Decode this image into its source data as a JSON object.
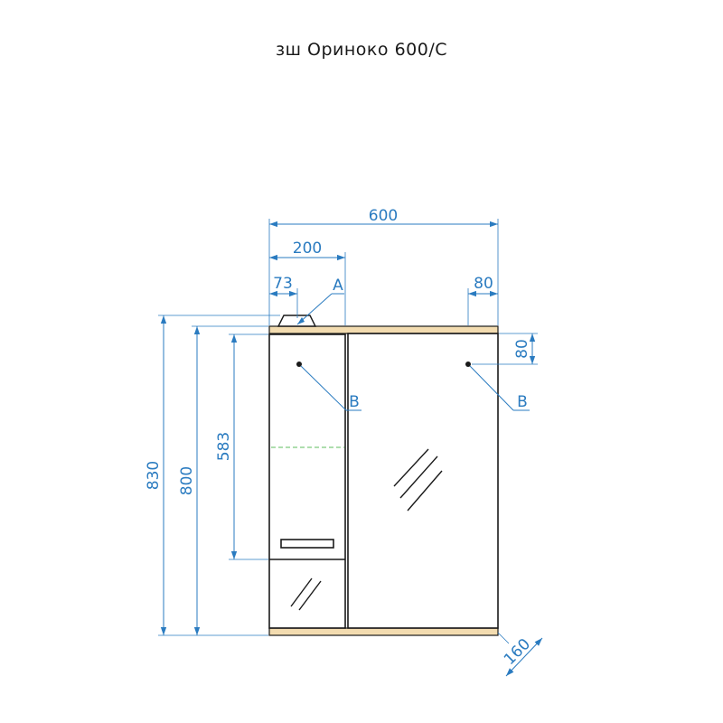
{
  "drawing": {
    "title": "зш Ориноко 600/С",
    "dimensions": {
      "total_width": "600",
      "cabinet_width": "200",
      "lamp_offset": "73",
      "right_hole_offset": "80",
      "right_hole_top": "80",
      "total_height": "830",
      "body_height": "800",
      "door_height": "583",
      "depth": "160"
    },
    "callouts": {
      "lamp": "A",
      "hole_left": "B",
      "hole_right": "B"
    },
    "colors": {
      "dimension": "#2a7bc0",
      "outline": "#1a1a1a",
      "shelf_fill": "#f3dcb0",
      "shelf_marker": "#7ecb7e"
    }
  }
}
